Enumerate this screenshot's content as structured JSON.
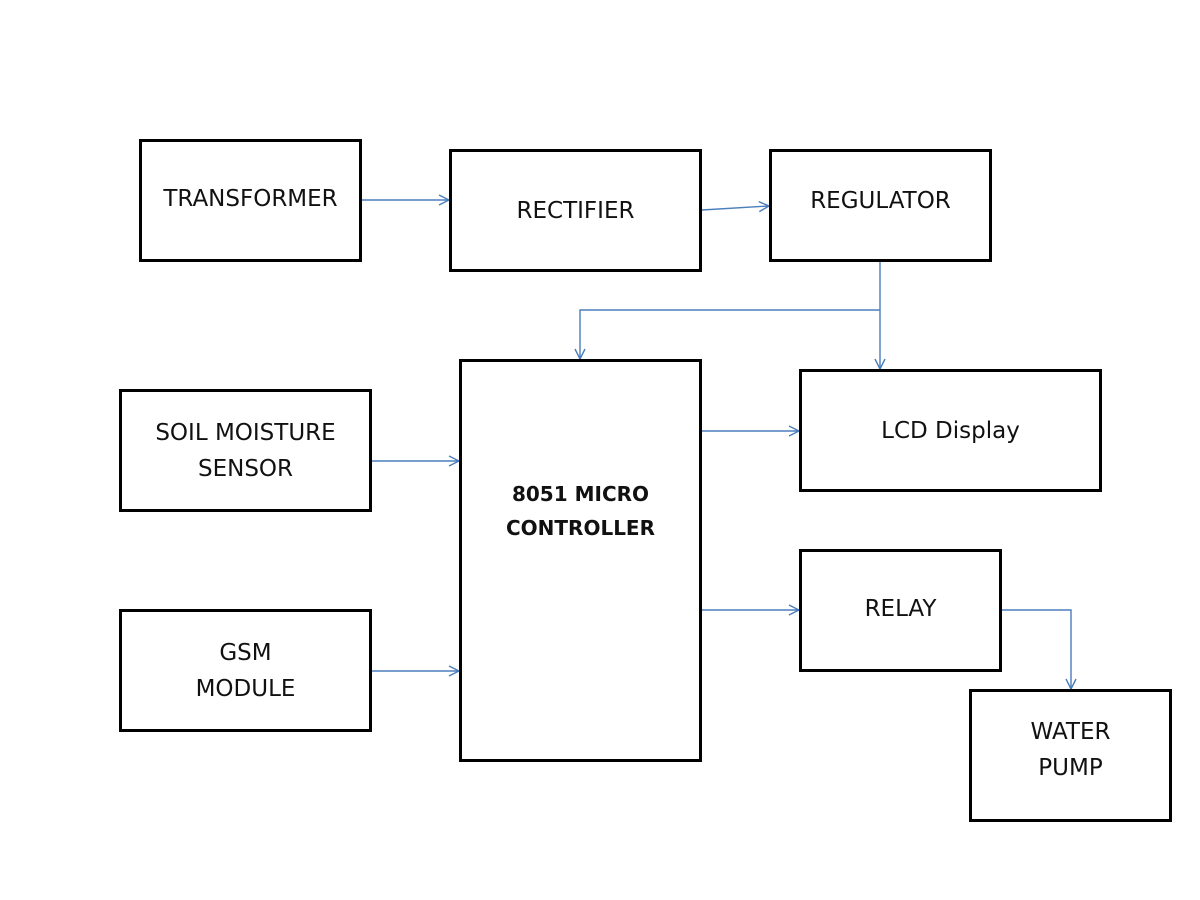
{
  "diagram": {
    "blocks": {
      "transformer": {
        "lines": [
          "TRANSFORMER"
        ]
      },
      "rectifier": {
        "lines": [
          "RECTIFIER"
        ]
      },
      "regulator": {
        "lines": [
          "REGULATOR"
        ]
      },
      "lcd": {
        "lines": [
          "LCD Display"
        ]
      },
      "soil_sensor": {
        "lines": [
          "SOIL MOISTURE",
          "SENSOR"
        ]
      },
      "gsm": {
        "lines": [
          "GSM",
          "MODULE"
        ]
      },
      "micro": {
        "lines": [
          "8051",
          "MICRO",
          "CONTROLLER"
        ]
      },
      "relay": {
        "lines": [
          "RELAY"
        ]
      },
      "pump": {
        "lines": [
          "WATER",
          "PUMP"
        ]
      }
    },
    "connections": [
      {
        "from": "TRANSFORMER",
        "to": "RECTIFIER"
      },
      {
        "from": "RECTIFIER",
        "to": "REGULATOR"
      },
      {
        "from": "REGULATOR",
        "to": "8051 MICRO CONTROLLER"
      },
      {
        "from": "REGULATOR",
        "to": "LCD Display"
      },
      {
        "from": "SOIL MOISTURE SENSOR",
        "to": "8051 MICRO CONTROLLER"
      },
      {
        "from": "GSM MODULE",
        "to": "8051 MICRO CONTROLLER"
      },
      {
        "from": "8051 MICRO CONTROLLER",
        "to": "LCD Display"
      },
      {
        "from": "8051 MICRO CONTROLLER",
        "to": "RELAY"
      },
      {
        "from": "RELAY",
        "to": "WATER PUMP"
      }
    ],
    "colors": {
      "block_border": "#000000",
      "arrow": "#4a7ebb",
      "text": "#111111"
    }
  }
}
